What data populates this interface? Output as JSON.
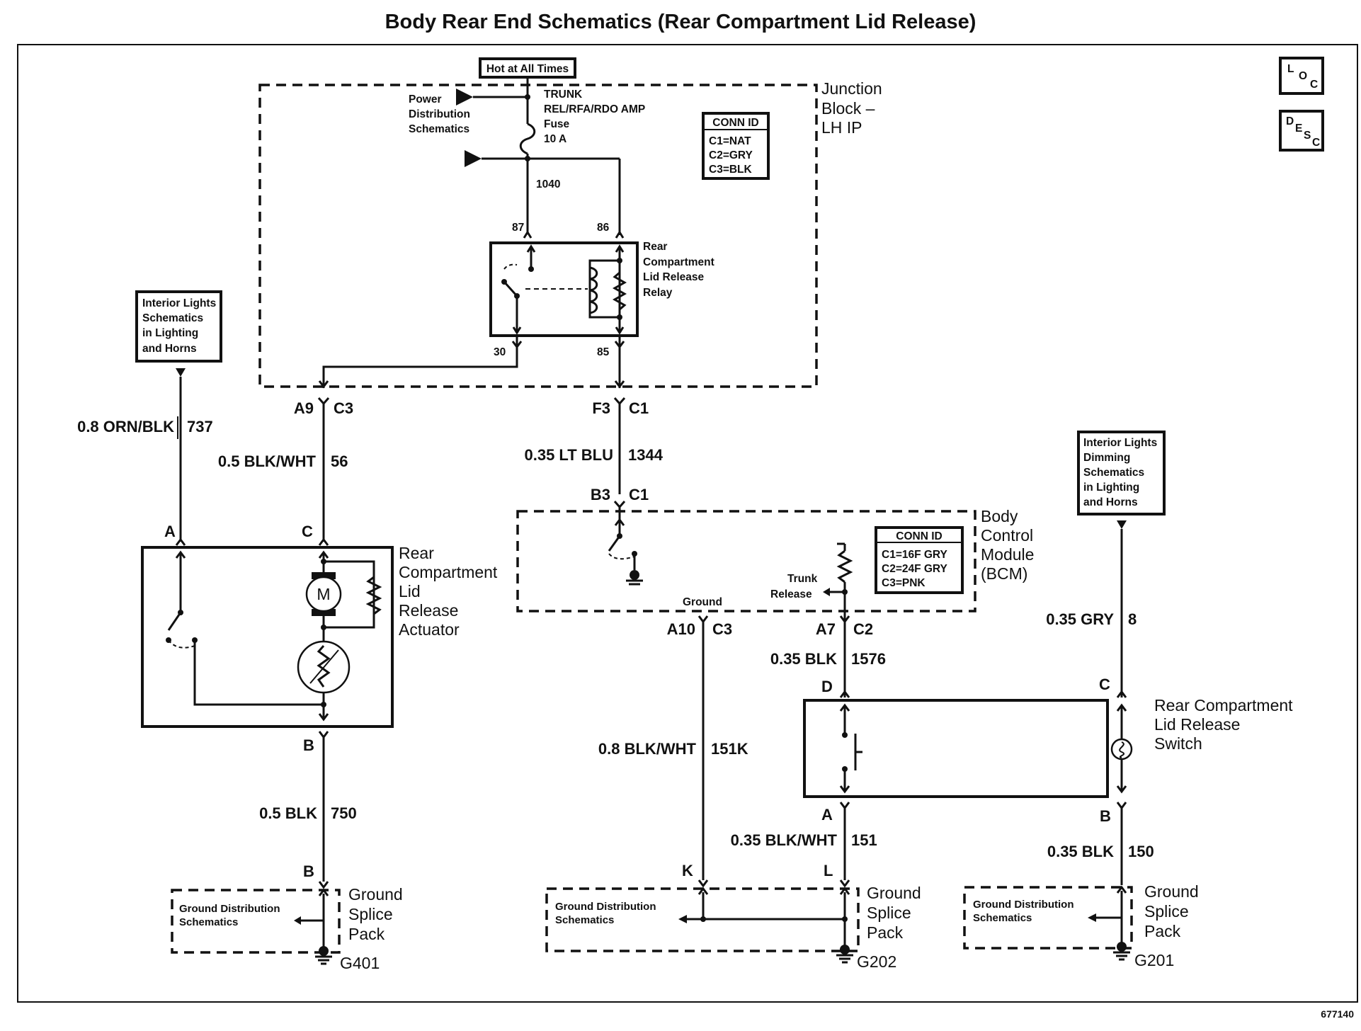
{
  "title": "Body Rear End Schematics (Rear Compartment Lid Release)",
  "hot_label": "Hot at All Times",
  "icons": [
    "loc-icon",
    "desc-icon"
  ],
  "loc": {
    "l": "L",
    "o": "O",
    "c": "C"
  },
  "desc": {
    "d": "D",
    "e": "E",
    "s": "S",
    "c": "C"
  },
  "fuse": {
    "power_ref": [
      "Power",
      "Distribution",
      "Schematics"
    ],
    "lines": [
      "TRUNK",
      "REL/RFA/RDO AMP",
      "Fuse",
      "10 A"
    ],
    "circuit": "1040"
  },
  "junction_block": {
    "name": [
      "Junction",
      "Block –",
      "LH IP"
    ],
    "conn_id": {
      "title": "CONN ID",
      "rows": [
        "C1=NAT",
        "C2=GRY",
        "C3=BLK"
      ]
    }
  },
  "relay": {
    "name": [
      "Rear",
      "Compartment",
      "Lid Release",
      "Relay"
    ],
    "pins": {
      "p87": "87",
      "p86": "86",
      "p30": "30",
      "p85": "85"
    }
  },
  "refs": {
    "interior_lights": [
      "Interior Lights",
      "Schematics",
      "in Lighting",
      "and Horns"
    ],
    "interior_dimming": [
      "Interior Lights",
      "Dimming",
      "Schematics",
      "in Lighting",
      "and Horns"
    ]
  },
  "actuator_branch": {
    "conn_a9": "A9",
    "conn_a9_c": "C3",
    "wire_56_label": "0.5 BLK/WHT",
    "wire_56_num": "56",
    "wire_737_label": "0.8 ORN/BLK",
    "wire_737_num": "737",
    "pin_a": "A",
    "pin_c": "C",
    "pin_b": "B",
    "motor": "M",
    "name": [
      "Rear",
      "Compartment",
      "Lid",
      "Release",
      "Actuator"
    ],
    "wire_750_label": "0.5 BLK",
    "wire_750_num": "750",
    "splice_pin": "B",
    "ground_ref": [
      "Ground Distribution",
      "Schematics"
    ],
    "splice": [
      "Ground",
      "Splice",
      "Pack"
    ],
    "ground": "G401"
  },
  "bcm_branch": {
    "conn_f3": "F3",
    "conn_f3_c": "C1",
    "wire_1344_label": "0.35 LT BLU",
    "wire_1344_num": "1344",
    "conn_b3": "B3",
    "conn_b3_c": "C1",
    "name": [
      "Body",
      "Control",
      "Module",
      "(BCM)"
    ],
    "conn_id": {
      "title": "CONN ID",
      "rows": [
        "C1=16F GRY",
        "C2=24F GRY",
        "C3=PNK"
      ]
    },
    "ground_label": "Ground",
    "trunk_release": [
      "Trunk",
      "Release"
    ],
    "conn_a10": "A10",
    "conn_a10_c": "C3",
    "conn_a7": "A7",
    "conn_a7_c": "C2",
    "wire_151k_label": "0.8 BLK/WHT",
    "wire_151k_num": "151K",
    "wire_1576_label": "0.35 BLK",
    "wire_1576_num": "1576",
    "pin_d": "D",
    "pin_a": "A",
    "wire_151_label": "0.35 BLK/WHT",
    "wire_151_num": "151",
    "pin_k": "K",
    "pin_l": "L",
    "ground_ref": [
      "Ground Distribution",
      "Schematics"
    ],
    "splice": [
      "Ground",
      "Splice",
      "Pack"
    ],
    "ground": "G202"
  },
  "switch_branch": {
    "wire_8_label": "0.35 GRY",
    "wire_8_num": "8",
    "pin_c": "C",
    "pin_b": "B",
    "name": [
      "Rear Compartment",
      "Lid Release",
      "Switch"
    ],
    "wire_150_label": "0.35 BLK",
    "wire_150_num": "150",
    "ground_ref": [
      "Ground Distribution",
      "Schematics"
    ],
    "splice": [
      "Ground",
      "Splice",
      "Pack"
    ],
    "ground": "G201"
  },
  "figure_number": "677140"
}
